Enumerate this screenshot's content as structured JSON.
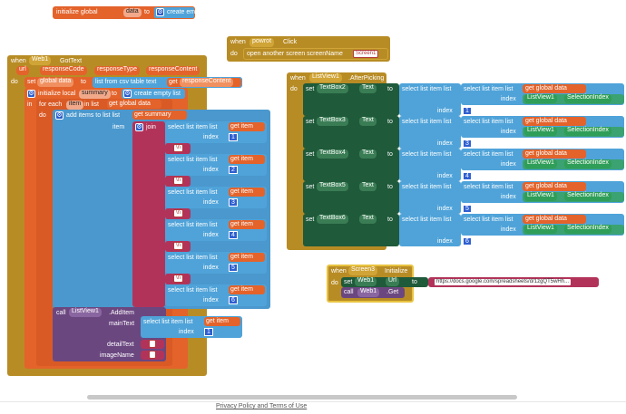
{
  "init_block": {
    "keyword": "initialize global",
    "var": "data",
    "to": "to",
    "value": "create empty list"
  },
  "powrot_block": {
    "when": "when",
    "component": "powrot",
    "event": "Click",
    "do": "do",
    "action": "open another screen  screenName",
    "screen": "Screen1"
  },
  "web_block": {
    "when": "when",
    "component": "Web1",
    "event": "GotText",
    "params": [
      "url",
      "responseCode",
      "responseType",
      "responseContent"
    ],
    "do": "do",
    "set": "set",
    "global": "global data",
    "to": "to",
    "csv": "list from csv table  text",
    "get": "get",
    "response": "responseContent",
    "init_local": "initialize local",
    "summary": "summary",
    "to2": "to",
    "empty": "create empty list",
    "in": "in",
    "for_each": "for each",
    "item": "item",
    "in_list": "in list",
    "get_global": "get global data",
    "do2": "do",
    "add_items": "add items to list  list",
    "get_summary": "get summary",
    "item_label": "item",
    "join": "join",
    "select": "select list item  list",
    "get_item": "get item",
    "index": "index",
    "indices": [
      "1",
      "2",
      "3",
      "4",
      "5",
      "6"
    ],
    "newline": "\\n",
    "call": "call",
    "listview": "ListView1",
    "additem": ".AddItem",
    "maintext": "mainText",
    "detailtext": "detailText",
    "imagename": "imageName"
  },
  "afterpicking_block": {
    "when": "when",
    "component": "ListView1",
    "event": ".AfterPicking",
    "do": "do",
    "rows": [
      {
        "set": "set",
        "box": "TextBox2",
        "prop": "Text",
        "to": "to",
        "index": "1"
      },
      {
        "set": "set",
        "box": "TextBox3",
        "prop": "Text",
        "to": "to",
        "index": "3"
      },
      {
        "set": "set",
        "box": "TextBox4",
        "prop": "Text",
        "to": "to",
        "index": "4"
      },
      {
        "set": "set",
        "box": "TextBox5",
        "prop": "Text",
        "to": "to",
        "index": "5"
      },
      {
        "set": "set",
        "box": "TextBox6",
        "prop": "Text",
        "to": "to",
        "index": "6"
      }
    ],
    "outer_select": "select list item  list",
    "inner_select": "select list item  list",
    "get_global": "get global data",
    "index": "index",
    "listview": "ListView1",
    "selection": "SelectionIndex"
  },
  "screen3_block": {
    "when": "when",
    "component": "Screen3",
    "event": "Initialize",
    "do": "do",
    "set": "set",
    "web": "Web1",
    "prop": "Url",
    "to": "to",
    "url": "https://docs.google.com/spreadsheets/d/1zgQT5wHh...",
    "call": "call",
    "web2": "Web1",
    "get": ".Get"
  },
  "footer": {
    "link": "Privacy Policy and Terms of Use"
  }
}
